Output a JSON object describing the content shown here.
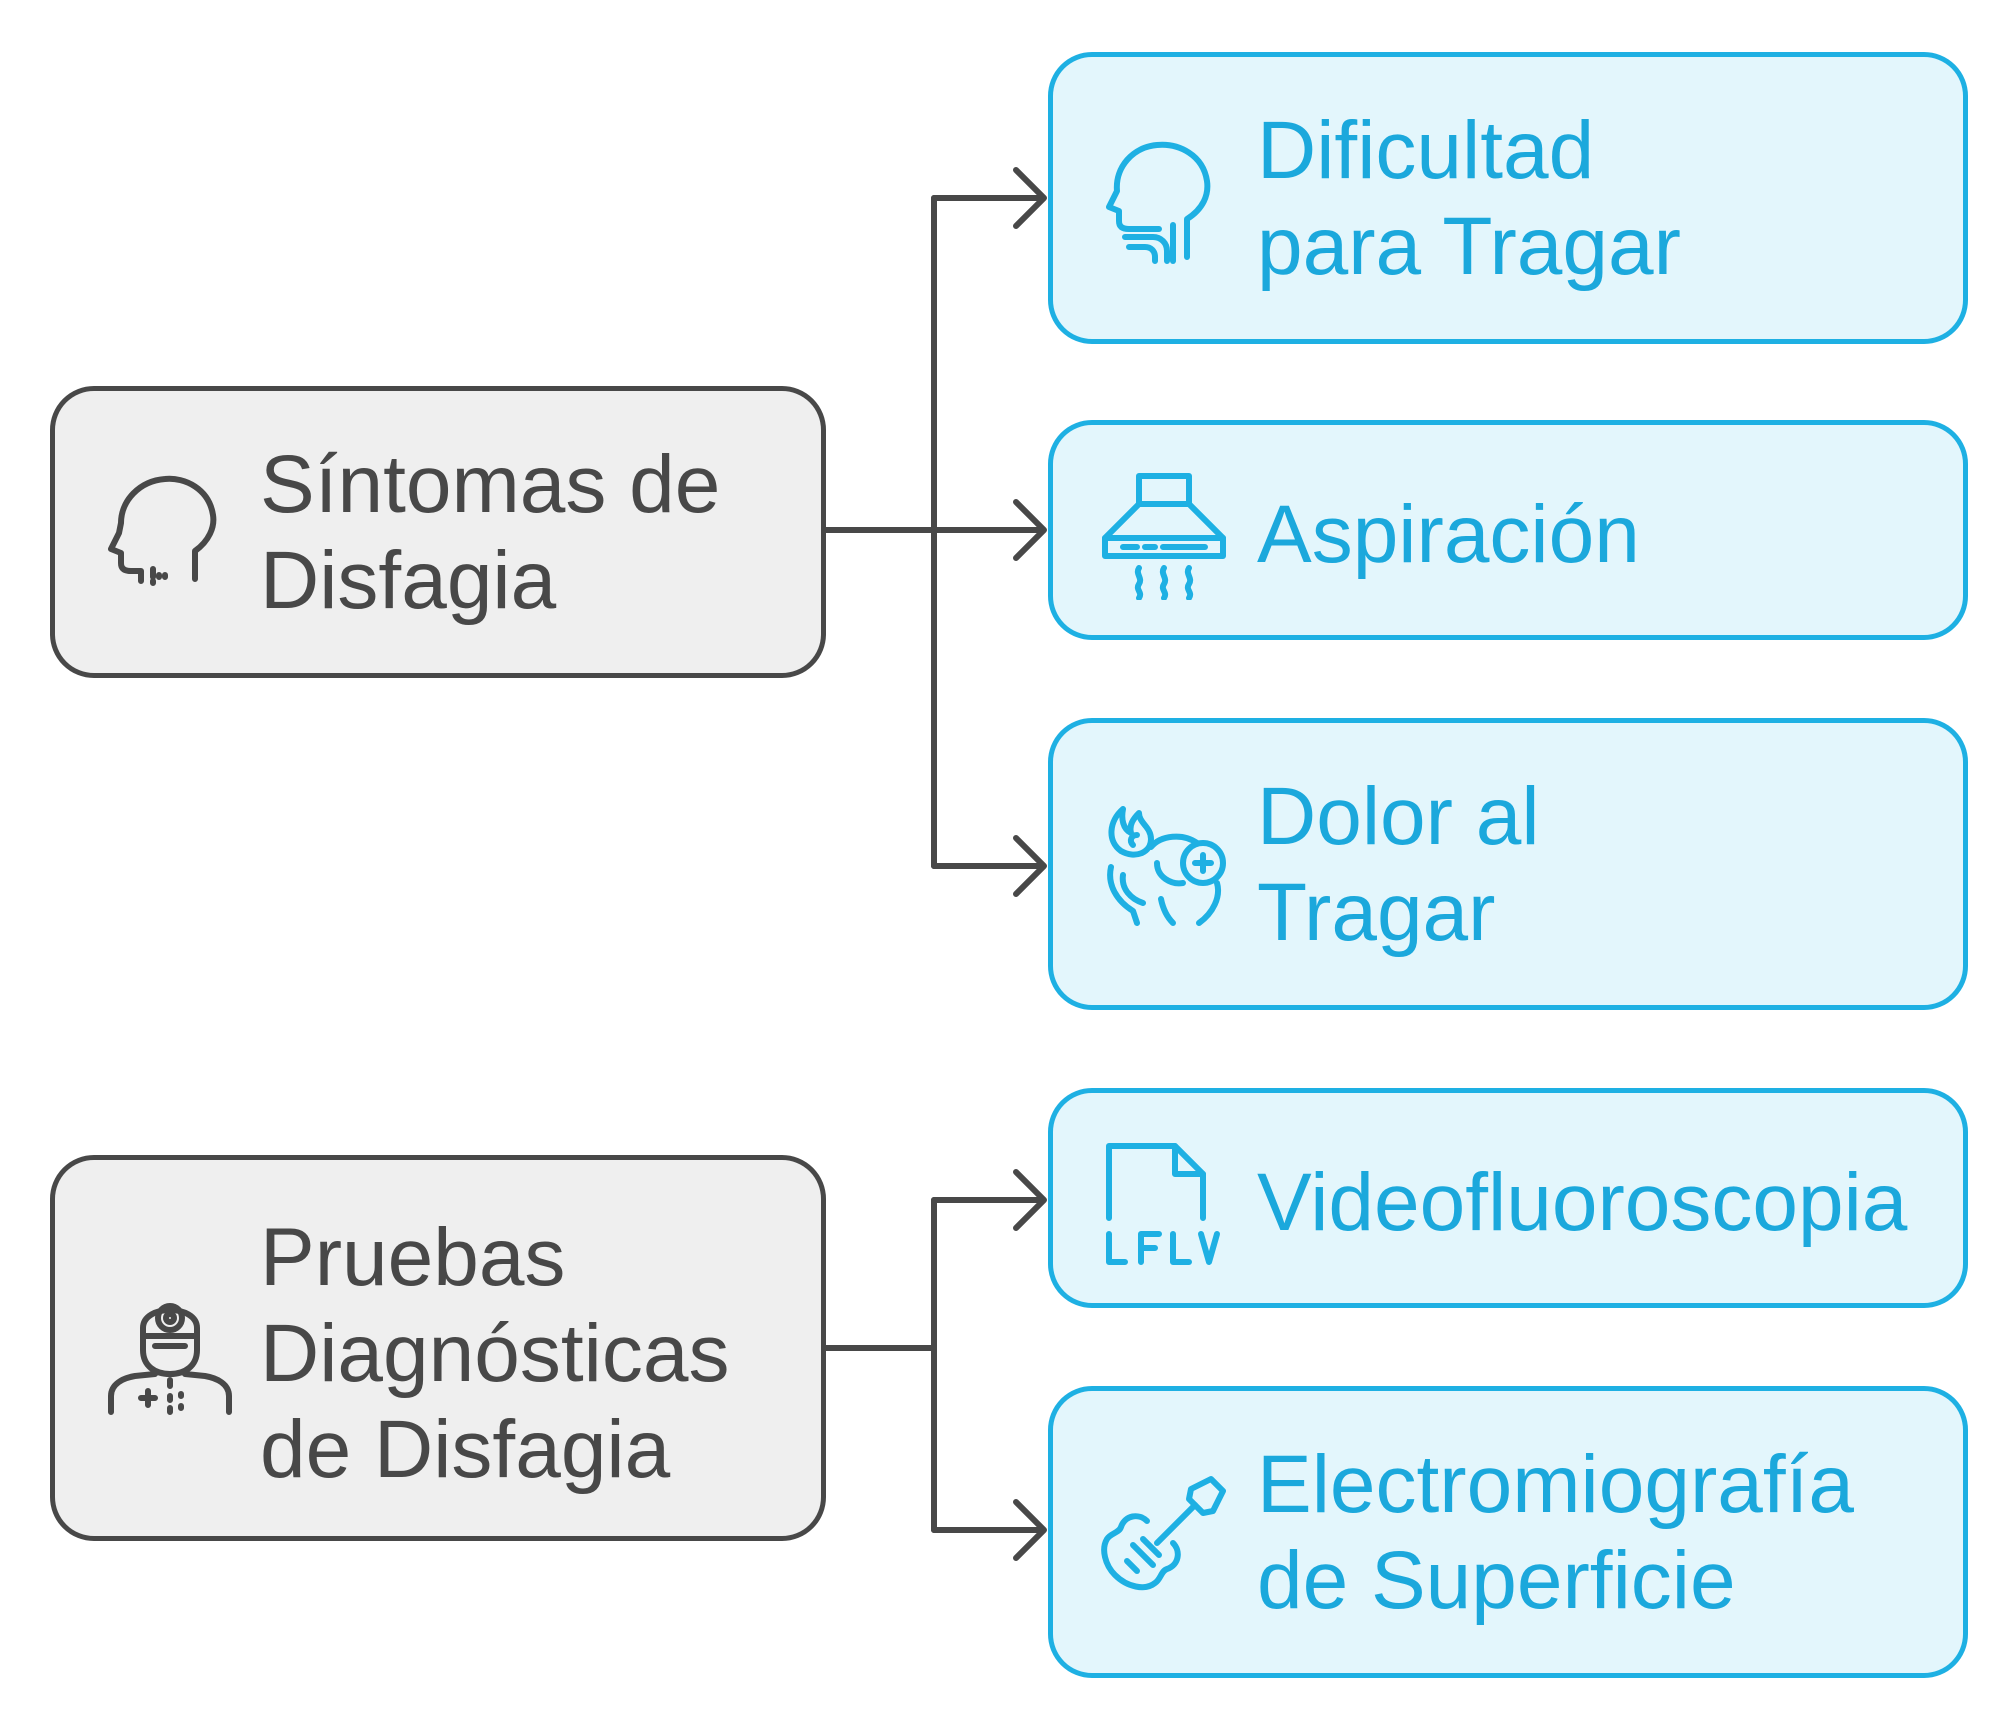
{
  "groups": [
    {
      "label": "Síntomas de\nDisfagia",
      "icon": "head-icon",
      "children": [
        {
          "label": "Dificultad\npara Tragar",
          "icon": "throat-icon"
        },
        {
          "label": "Aspiración",
          "icon": "range-hood-icon"
        },
        {
          "label": "Dolor al\nTragar",
          "icon": "sore-throat-icon"
        }
      ]
    },
    {
      "label": "Pruebas\nDiagnósticas\nde Disfagia",
      "icon": "doctor-icon",
      "children": [
        {
          "label": "Videofluoroscopia",
          "icon": "flv-file-icon"
        },
        {
          "label": "Electromiografía\nde Superficie",
          "icon": "guitar-icon"
        }
      ]
    }
  ],
  "colors": {
    "parent_fill": "#efefef",
    "parent_stroke": "#484848",
    "child_fill": "#e3f6fc",
    "child_stroke": "#1eb0e3",
    "child_text": "#1ba8dc"
  }
}
